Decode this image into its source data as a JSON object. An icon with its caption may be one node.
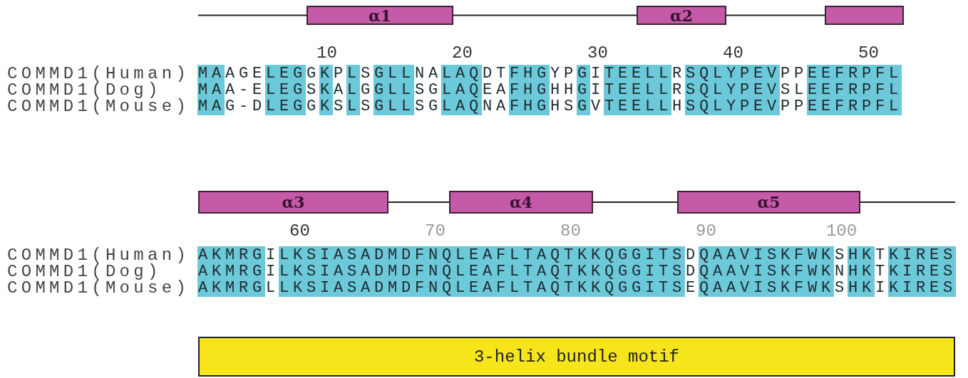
{
  "diagram": {
    "nodes": [
      {
        "text": [
          "α1"
        ]
      },
      {
        "text": [
          "α2"
        ]
      },
      {
        "text": [],
        "shape": "box"
      },
      {
        "text": [
          "α3"
        ]
      },
      {
        "text": [
          "α4"
        ]
      },
      {
        "text": [
          "α5"
        ]
      },
      {
        "text": [
          "3-helix bundle motif"
        ]
      }
    ],
    "edges": [
      {
        "from": null,
        "to": 0,
        "arrow": "none"
      },
      {
        "from": 0,
        "to": 1,
        "arrow": "none"
      },
      {
        "from": 1,
        "to": 2,
        "arrow": "none"
      },
      {
        "from": 3,
        "to": 4,
        "arrow": "none"
      },
      {
        "from": 4,
        "to": 5,
        "arrow": "none"
      },
      {
        "from": 5,
        "to": null,
        "arrow": "none"
      }
    ],
    "labels": [
      "10",
      "20",
      "30",
      "40",
      "50",
      "COMMD1(Human)",
      "MAAGELEGGKPLSGLLNALAQDTFHGYPGITEELLRSQLYPEVPPEEFRPFL",
      "COMMD1(Dog)",
      "MAA-ELEGSKALGGLLSGLAQEAFHGHHGITEELLRSQLYPEVSLEEFRPFL",
      "COMMD1(Mouse)",
      "MAG-DLEGGKSLSGLLSGLAQNAFHGHSGVTEELLHSQLYPEVPPEEFRPFL",
      "60",
      "70",
      "80",
      "90",
      "100",
      "COMMD1(Human)",
      "AKMRGILKSIASADMDFNQLEAFLTAQTKKQGGITSDQAAVISKFWKSHKTKIRES",
      "COMMD1(Dog)",
      "AKMRGILKSIASADMDFNQLEAFLTAQTKKQGGITSDQAAVISKFWKNHKTKIRES",
      "COMMD1(Mouse)",
      "AKMRGLLKSIASADMDFNQLEAFLTAQTKKQGGITSEQAAVISKFWKSHKIKIRES"
    ]
  }
}
